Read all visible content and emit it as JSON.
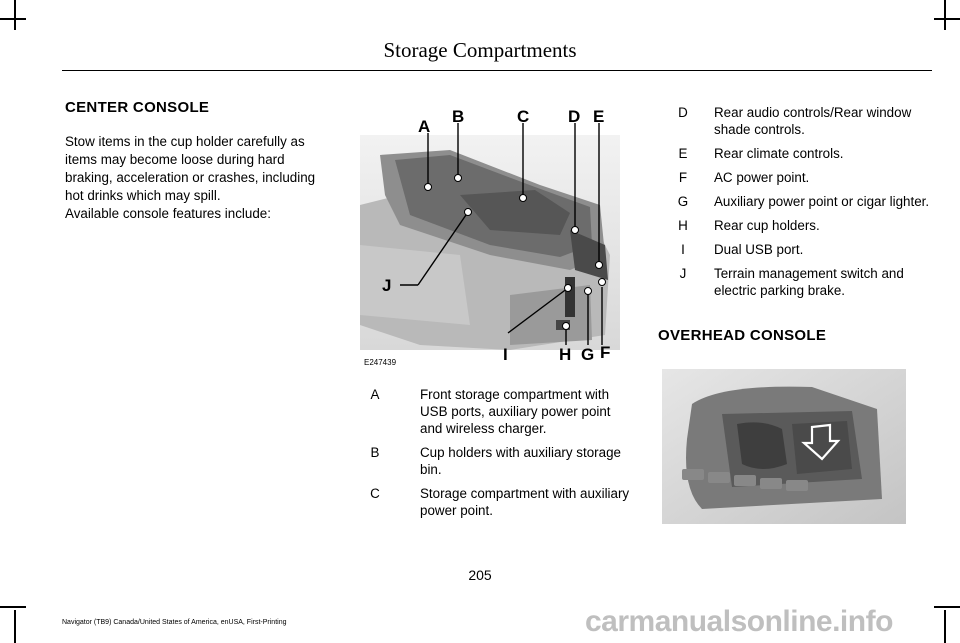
{
  "page_title": "Storage Compartments",
  "center_console": {
    "heading": "CENTER CONSOLE",
    "paragraph1": "Stow items in the cup holder carefully as items may become loose during hard braking, acceleration or crashes, including hot drinks which may spill.",
    "paragraph2": "Available console features include:"
  },
  "figure1": {
    "code": "E247439",
    "callouts": [
      "A",
      "B",
      "C",
      "D",
      "E",
      "F",
      "G",
      "H",
      "I",
      "J"
    ]
  },
  "legend_left": [
    {
      "key": "A",
      "text": "Front storage compartment with USB ports, auxiliary power point and wireless charger."
    },
    {
      "key": "B",
      "text": "Cup holders with auxiliary storage bin."
    },
    {
      "key": "C",
      "text": "Storage compartment with auxiliary power point."
    }
  ],
  "legend_right": [
    {
      "key": "D",
      "text": "Rear audio controls/Rear window shade controls."
    },
    {
      "key": "E",
      "text": "Rear climate controls."
    },
    {
      "key": "F",
      "text": "AC power point."
    },
    {
      "key": "G",
      "text": "Auxiliary power point or cigar lighter."
    },
    {
      "key": "H",
      "text": "Rear cup holders."
    },
    {
      "key": "I",
      "text": "Dual USB port."
    },
    {
      "key": "J",
      "text": "Terrain management switch and electric parking brake."
    }
  ],
  "overhead_console": {
    "heading": "OVERHEAD CONSOLE"
  },
  "page_number": "205",
  "footer": "Navigator (TB9) Canada/United States of America, enUSA, First-Printing",
  "watermark": "carmanualsonline.info"
}
